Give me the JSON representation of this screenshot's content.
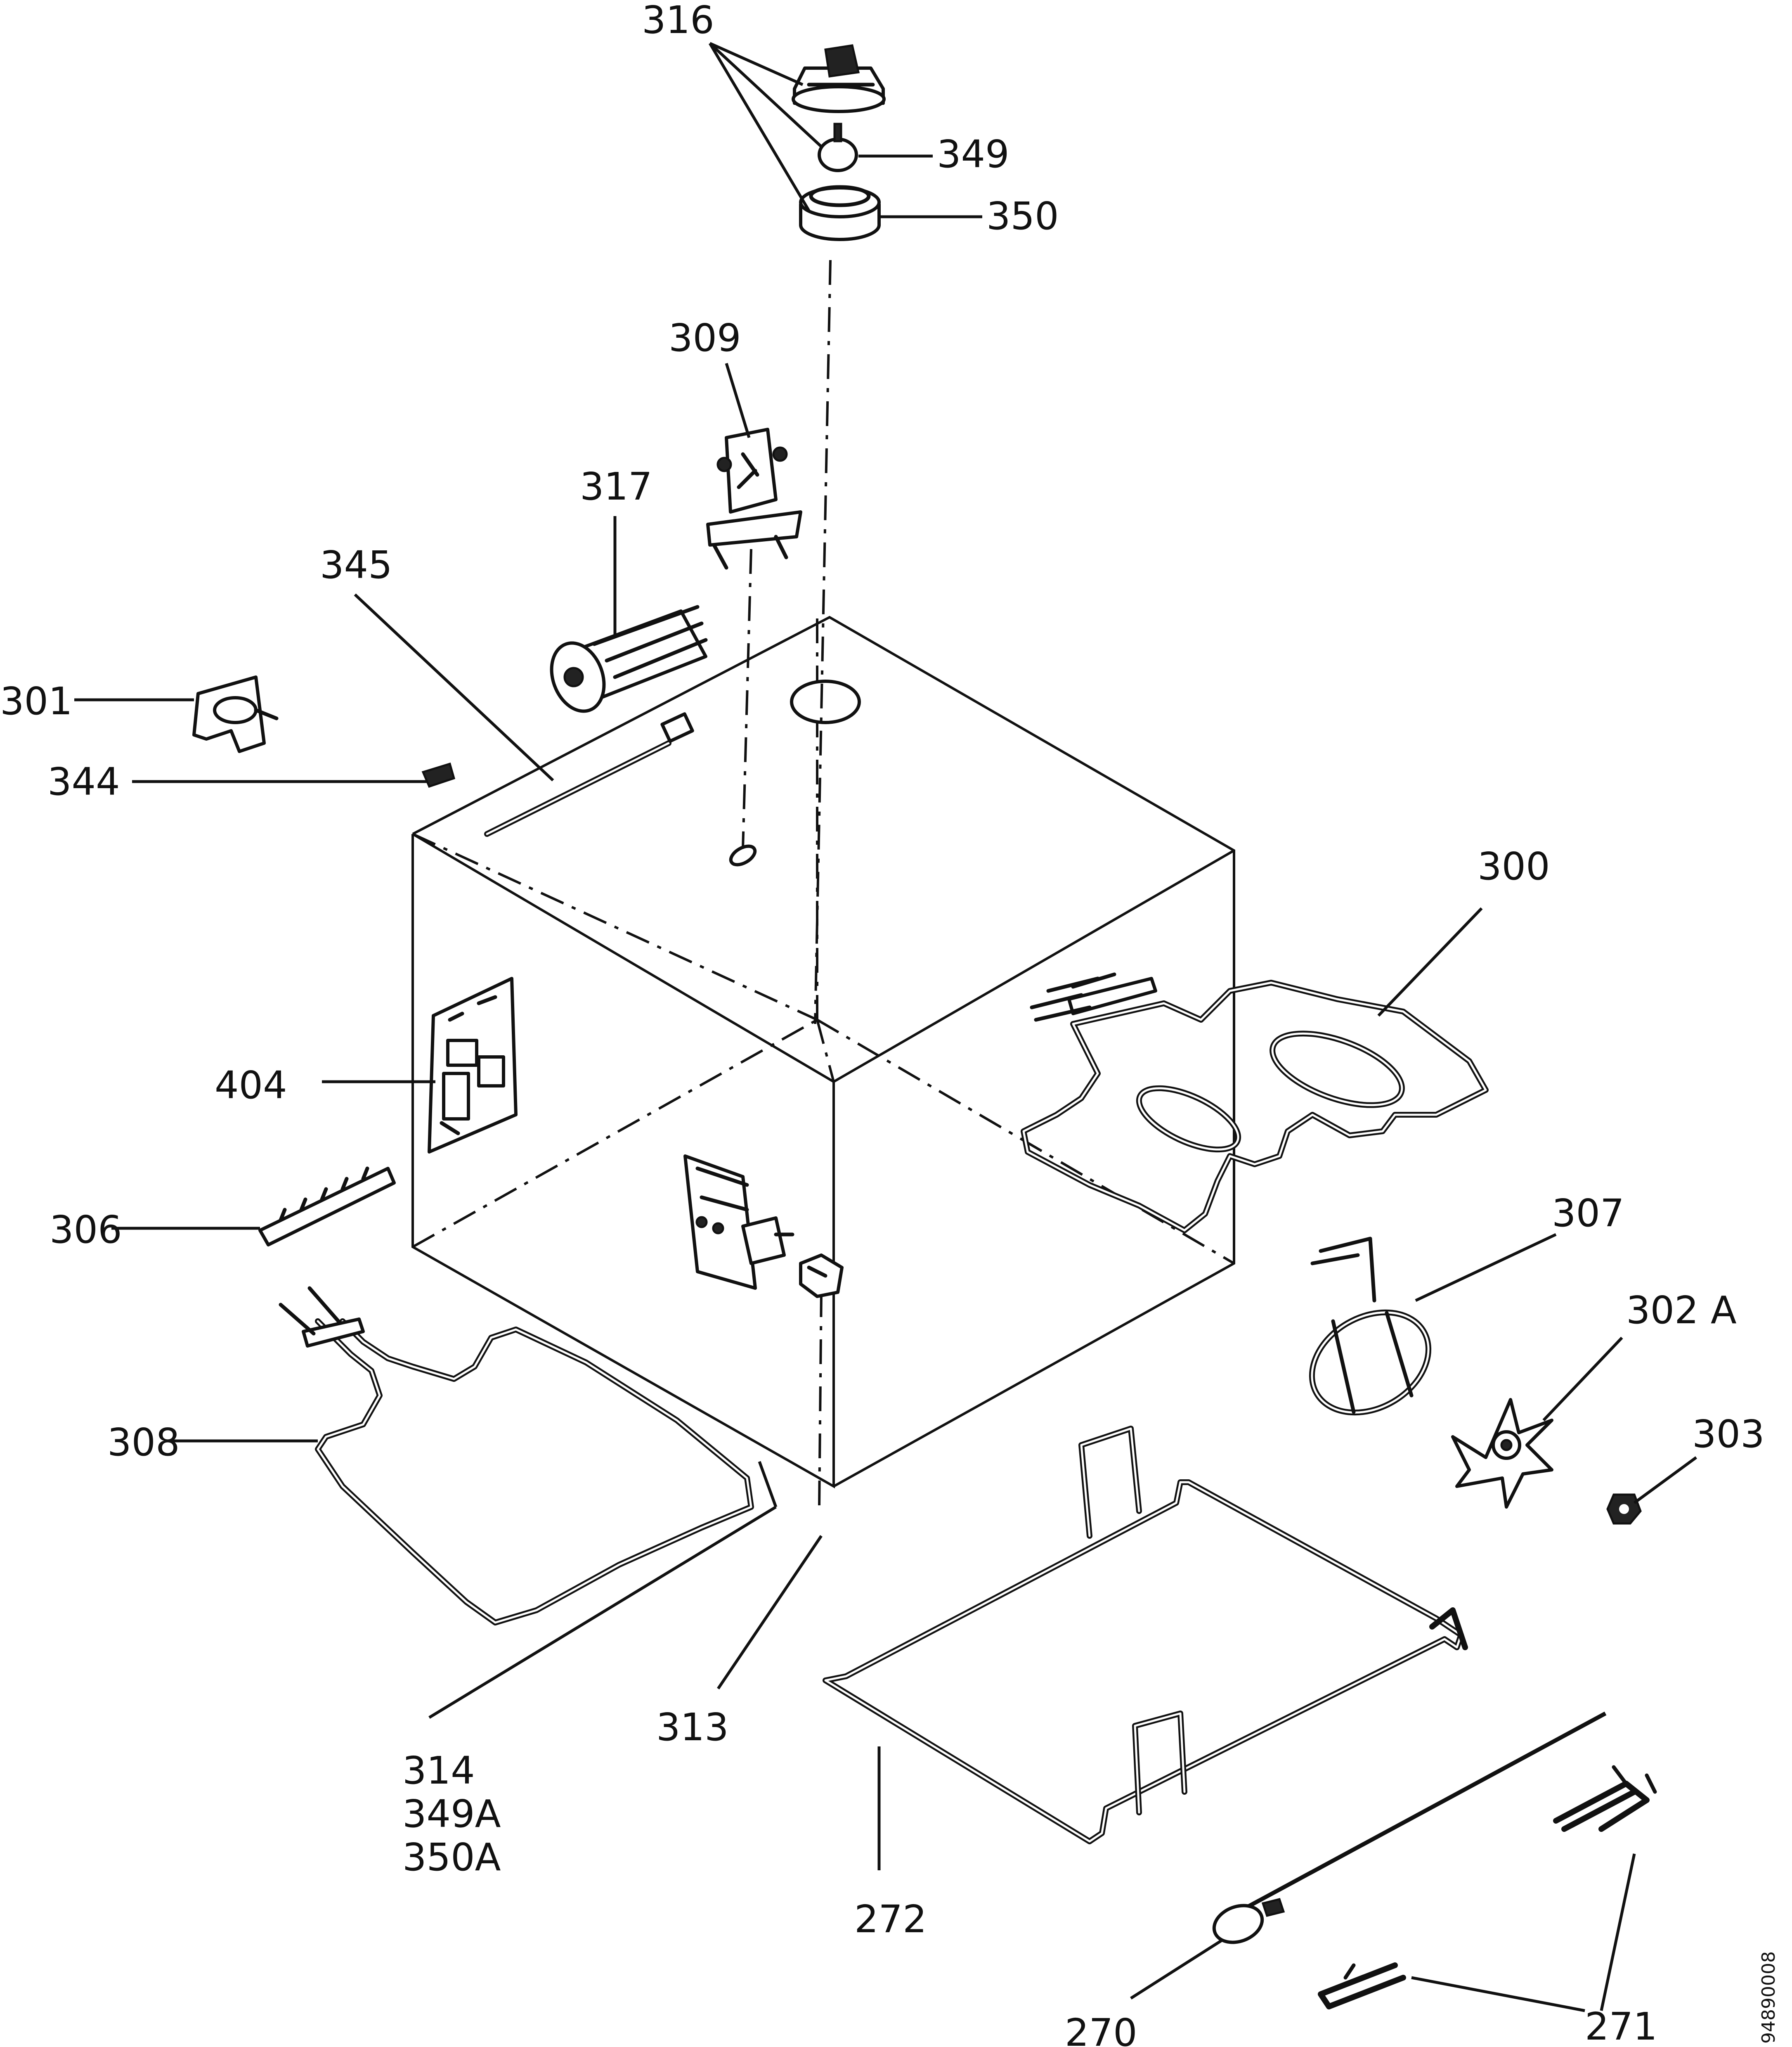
{
  "labels": {
    "l316": "316",
    "l349": "349",
    "l350": "350",
    "l309": "309",
    "l317": "317",
    "l345": "345",
    "l301": "301",
    "l344": "344",
    "l300": "300",
    "l404": "404",
    "l306": "306",
    "l307": "307",
    "l302a": "302 A",
    "l303": "303",
    "l308": "308",
    "l314": "314",
    "l349a": "349A",
    "l350a": "350A",
    "l313": "313",
    "l272": "272",
    "l270": "270",
    "l271": "271",
    "docnum": "94890008"
  }
}
